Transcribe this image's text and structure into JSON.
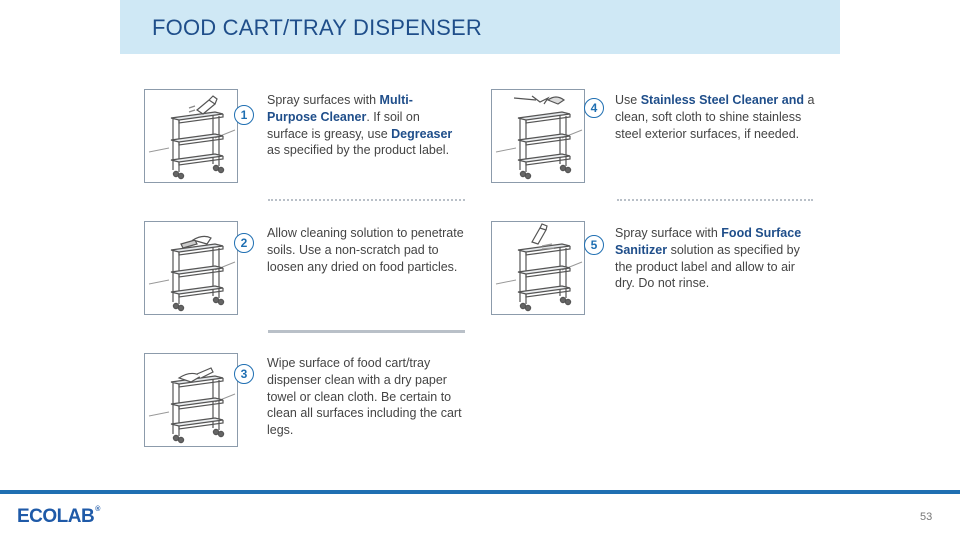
{
  "header": {
    "title": "FOOD CART/TRAY DISPENSER"
  },
  "steps": [
    {
      "number": "1",
      "parts": [
        {
          "t": "Spray surfaces with "
        },
        {
          "t": "Multi-Purpose Cleaner",
          "b": true
        },
        {
          "t": ". If soil on surface is greasy, use "
        },
        {
          "t": "Degreaser",
          "b": true
        },
        {
          "t": " as specified by the product label."
        }
      ],
      "icon": "cart-spray-icon"
    },
    {
      "number": "2",
      "parts": [
        {
          "t": "Allow cleaning solution to penetrate soils. Use a non-scratch pad to loosen any dried on food particles."
        }
      ],
      "icon": "cart-scrub-icon"
    },
    {
      "number": "3",
      "parts": [
        {
          "t": "Wipe surface of food cart/tray dispenser clean with a dry paper towel or clean cloth. Be certain to clean all surfaces including the cart legs."
        }
      ],
      "icon": "cart-wipe-icon"
    },
    {
      "number": "4",
      "parts": [
        {
          "t": "Use "
        },
        {
          "t": "Stainless Steel Cleaner",
          "b": true
        },
        {
          "t": " "
        },
        {
          "t": "and",
          "b": true
        },
        {
          "t": " a clean, soft cloth to shine stainless steel exterior surfaces, if needed."
        }
      ],
      "icon": "cart-shine-icon"
    },
    {
      "number": "5",
      "parts": [
        {
          "t": "Spray surface with "
        },
        {
          "t": "Food Surface Sanitizer",
          "b": true
        },
        {
          "t": " solution as specified by the product label and allow to air dry. Do not rinse."
        }
      ],
      "icon": "cart-sanitize-icon"
    }
  ],
  "footer": {
    "brand": "ECOLAB",
    "brand_mark": "®",
    "page_number": "53"
  },
  "colors": {
    "title": "#1f4e8a",
    "accent": "#1f6fb2",
    "band": "#cfe8f5"
  }
}
